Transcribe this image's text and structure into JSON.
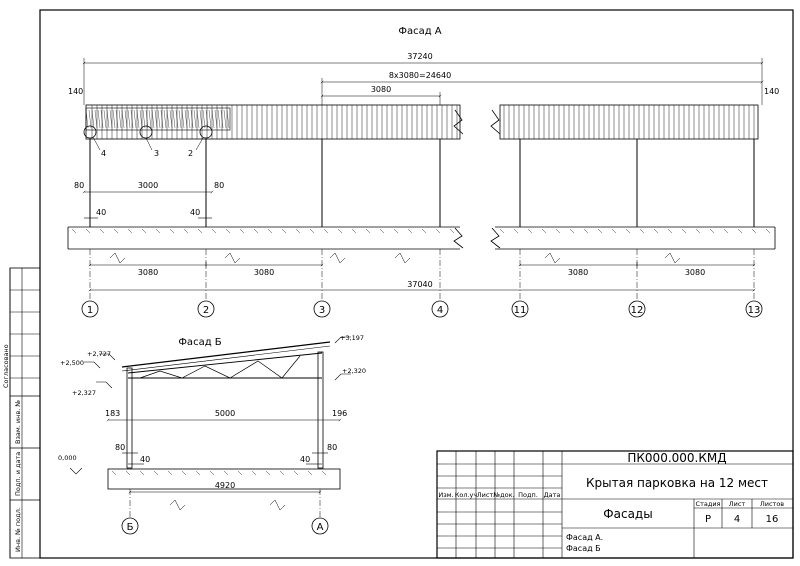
{
  "facade_a": {
    "title": "Фасад А",
    "overall_top": "37240",
    "bays_top": "8х3080=24640",
    "bay_top": "3080",
    "left_overhang": "140",
    "right_overhang": "140",
    "callouts": [
      "4",
      "3",
      "2"
    ],
    "col_offset_left": "80",
    "span_3000": "3000",
    "col_offset_right": "80",
    "base_40_left": "40",
    "base_40_right": "40",
    "bottom_bays": [
      "3080",
      "3080",
      "3080",
      "3080"
    ],
    "overall_bottom": "37040",
    "axes": [
      "1",
      "2",
      "3",
      "4",
      "11",
      "12",
      "13"
    ]
  },
  "facade_b": {
    "title": "Фасад Б",
    "elev_top_right": "+3,197",
    "elev_2727": "+2,727",
    "elev_2500": "+2,500",
    "elev_2327": "+2,327",
    "elev_2320": "+2,320",
    "elev_zero": "0,000",
    "dim_183": "183",
    "dim_196": "196",
    "span": "5000",
    "off_80_l": "80",
    "off_80_r": "80",
    "base_40_l": "40",
    "base_40_r": "40",
    "span_base": "4920",
    "axes": [
      "Б",
      "А"
    ]
  },
  "side_stamp": {
    "agreed": "Согласовано",
    "labels": [
      "Взам. инв. №",
      "Подп. и дата",
      "Инв. № подл."
    ]
  },
  "title_block": {
    "code": "ПК000.000.КМД",
    "project": "Крытая парковка на 12 мест",
    "sheet_name": "Фасады",
    "contents": [
      "Фасад А.",
      "Фасад Б"
    ],
    "headers": [
      "Изм.",
      "Кол.уч",
      "Лист",
      "№док.",
      "Подп.",
      "Дата"
    ],
    "stage_label": "Стадия",
    "sheet_label": "Лист",
    "sheets_label": "Листов",
    "stage": "Р",
    "sheet": "4",
    "sheets": "16"
  }
}
